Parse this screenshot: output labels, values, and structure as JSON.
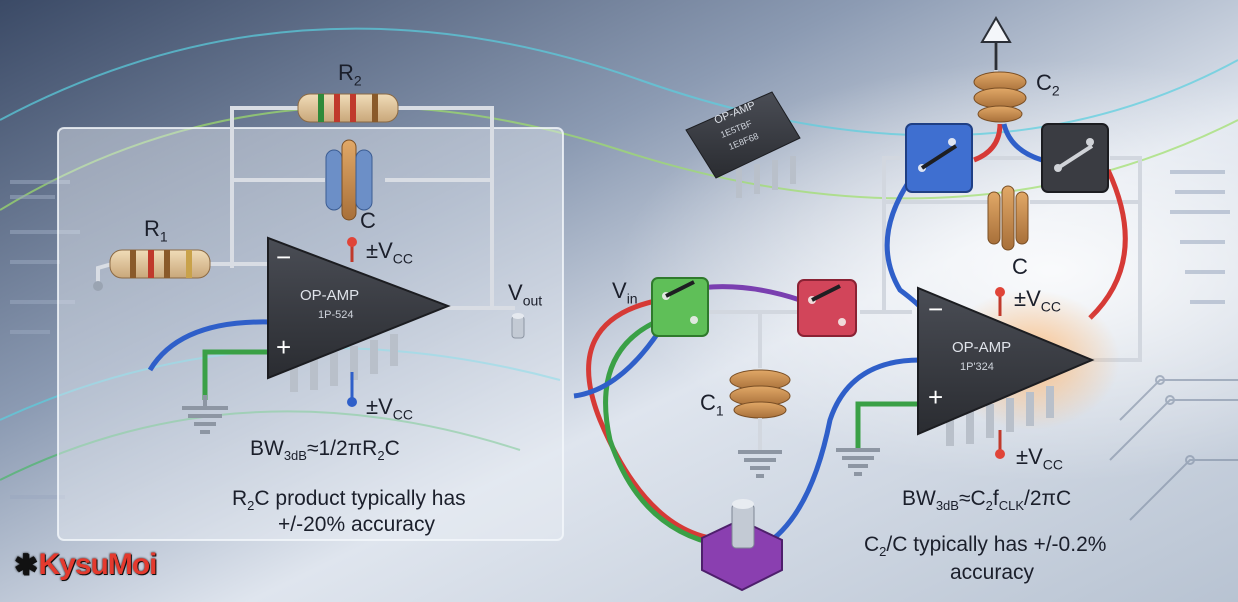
{
  "left_circuit": {
    "r2_label": "R2",
    "c_label": "C",
    "r1_label": "R1",
    "vcc_top": "±VCC",
    "vcc_bottom": "±VCC",
    "vout_label": "Vout",
    "opamp_line1": "OP-AMP",
    "opamp_line2": "1P-524",
    "minus_sign": "−",
    "plus_sign": "+",
    "bandwidth_formula": "BW3dB≈1/2πR2C",
    "accuracy_note_line1": "R2C product typically has",
    "accuracy_note_line2": "+/-20% accuracy"
  },
  "right_circuit": {
    "c2_label": "C2",
    "c_label": "C",
    "vin_label": "Vin",
    "c1_label": "C1",
    "vcc_top": "±VCC",
    "vcc_bottom": "±VCC",
    "opamp_line1": "OP-AMP",
    "opamp_line2": "1P'324",
    "minus_sign": "−",
    "plus_sign": "+",
    "bandwidth_formula": "BW3dB≈C2fCLK/2πC",
    "accuracy_note_line1": "C2/C typically has +/-0.2%",
    "accuracy_note_line2": "accuracy"
  },
  "floating_chip": {
    "line1": "OP-AMP",
    "line2": "1E5TBF",
    "line3": "1E8F68"
  },
  "brand": {
    "name": "KysuMoi"
  },
  "colors": {
    "brand_red": "#e43a2e",
    "wire_red": "#d63a36",
    "wire_blue": "#2f5fc9",
    "wire_green": "#3aa046",
    "wire_purple": "#7a3fb0",
    "switch_blue": "#3f6fd0",
    "switch_green": "#5fbf58",
    "switch_red": "#d2455a",
    "switch_dark": "#3a3c42"
  }
}
